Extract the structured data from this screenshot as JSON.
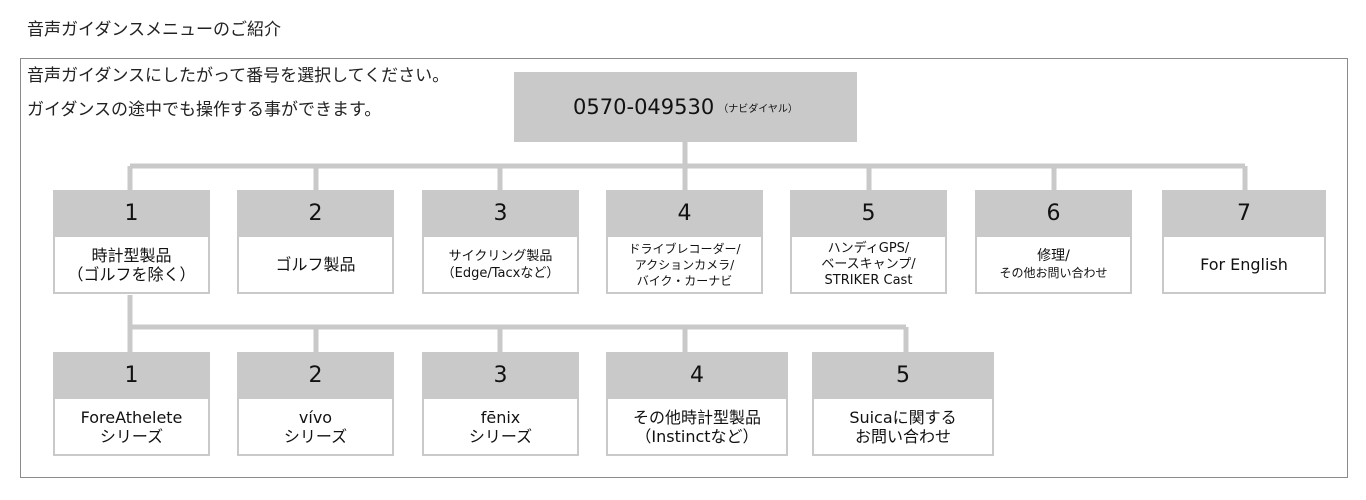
{
  "title": "音声ガイダンスメニューのご紹介",
  "intro": {
    "line1": "音声ガイダンスにしたがって番号を選択してください。",
    "line2": "ガイダンスの途中でも操作する事ができます。"
  },
  "phone": {
    "number": "0570-049530",
    "note": "（ナビダイヤル）"
  },
  "menu": [
    {
      "num": "1",
      "lines": [
        "時計型製品",
        "（ゴルフを除く）"
      ]
    },
    {
      "num": "2",
      "lines": [
        "ゴルフ製品"
      ]
    },
    {
      "num": "3",
      "lines": [
        "サイクリング製品",
        "（Edge/Tacxなど）"
      ]
    },
    {
      "num": "4",
      "lines": [
        "ドライブレコーダー/",
        "アクションカメラ/",
        "バイク・カーナビ"
      ]
    },
    {
      "num": "5",
      "lines": [
        "ハンディGPS/",
        "ベースキャンプ/",
        "STRIKER Cast"
      ]
    },
    {
      "num": "6",
      "lines": [
        "修理/",
        "その他お問い合わせ"
      ]
    },
    {
      "num": "7",
      "lines": [
        "For English"
      ]
    }
  ],
  "submenu": [
    {
      "num": "1",
      "lines": [
        "ForeAthelete",
        "シリーズ"
      ]
    },
    {
      "num": "2",
      "lines": [
        "vívo",
        "シリーズ"
      ]
    },
    {
      "num": "3",
      "lines": [
        "fēnix",
        "シリーズ"
      ]
    },
    {
      "num": "4",
      "lines": [
        "その他時計型製品",
        "（Instinctなど）"
      ]
    },
    {
      "num": "5",
      "lines": [
        "Suicaに関する",
        "お問い合わせ"
      ]
    }
  ],
  "colors": {
    "box_fill": "#c9c9c9",
    "border": "#8a8a8a",
    "text": "#111111"
  }
}
